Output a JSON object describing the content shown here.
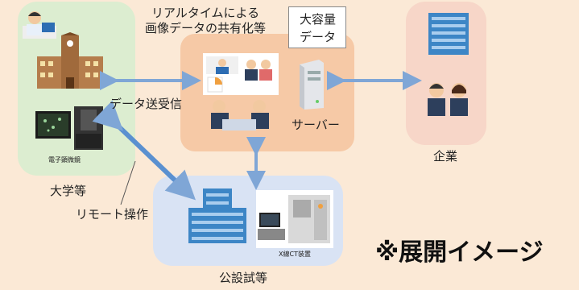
{
  "labels": {
    "realtime": "リアルタイムによる",
    "sharing": "画像データの共有化等",
    "large_data_1": "大容量",
    "large_data_2": "データ",
    "data_transfer": "データ送受信",
    "server": "サーバー",
    "company": "企業",
    "university": "大学等",
    "microscope": "電子顕微鏡",
    "remote": "リモート操作",
    "public_lab": "公設試等",
    "xray_ct": "X線CT装置",
    "note": "※展開イメージ"
  },
  "colors": {
    "background": "#fbe9d6",
    "university_panel": "#dcedd0",
    "center_panel": "#f6c9a6",
    "company_panel": "#f7d6c8",
    "public_panel": "#d9e3f4",
    "arrow": "#7fa6d6",
    "building": "#3d86c6"
  }
}
